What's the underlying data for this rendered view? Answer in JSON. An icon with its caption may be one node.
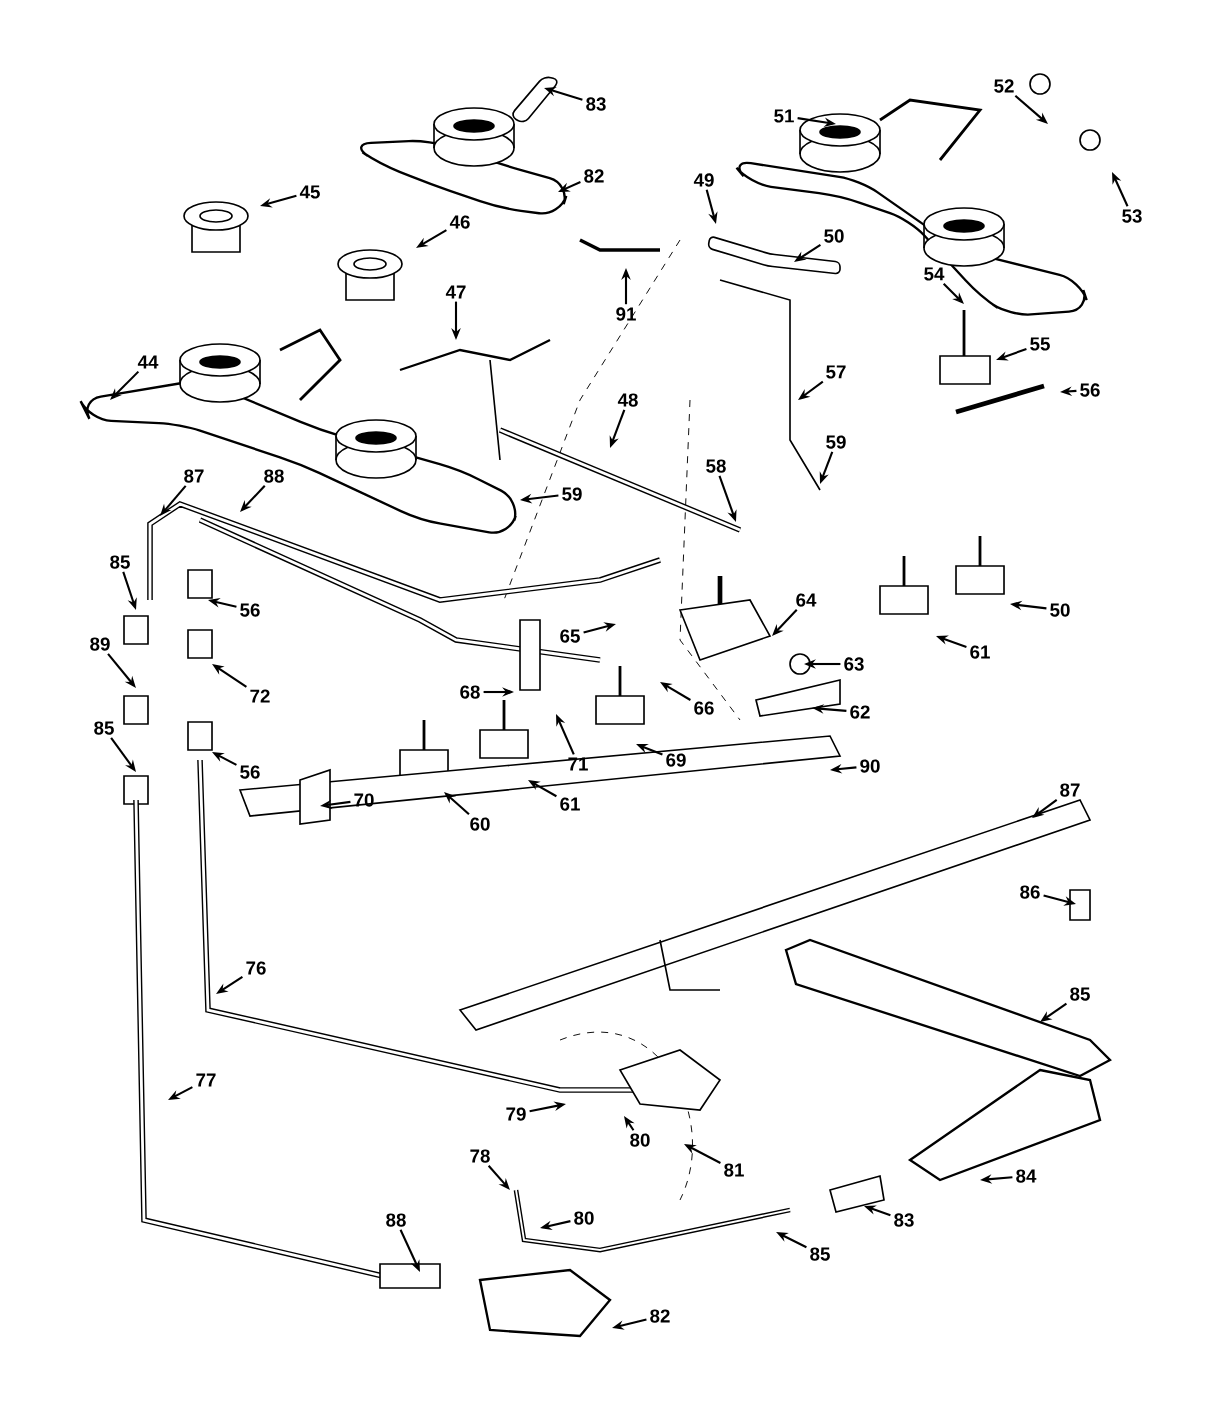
{
  "diagram": {
    "nodes": [
      {
        "text": [
          "83"
        ]
      },
      {
        "text": [
          "82"
        ]
      },
      {
        "text": [
          "45"
        ]
      },
      {
        "text": [
          "46"
        ]
      },
      {
        "text": [
          "91"
        ]
      },
      {
        "text": [
          "49"
        ]
      },
      {
        "text": [
          "50"
        ]
      },
      {
        "text": [
          "51"
        ]
      },
      {
        "text": [
          "52"
        ]
      },
      {
        "text": [
          "53"
        ]
      },
      {
        "text": [
          "54"
        ]
      },
      {
        "text": [
          "55"
        ]
      },
      {
        "text": [
          "56"
        ]
      },
      {
        "text": [
          "57"
        ]
      },
      {
        "text": [
          "59"
        ]
      },
      {
        "text": [
          "47"
        ]
      },
      {
        "text": [
          "44"
        ]
      },
      {
        "text": [
          "48"
        ]
      },
      {
        "text": [
          "58"
        ]
      },
      {
        "text": [
          "59"
        ]
      },
      {
        "text": [
          "87"
        ]
      },
      {
        "text": [
          "88"
        ]
      },
      {
        "text": [
          "85"
        ]
      },
      {
        "text": [
          "56"
        ]
      },
      {
        "text": [
          "89"
        ]
      },
      {
        "text": [
          "72"
        ]
      },
      {
        "text": [
          "85"
        ]
      },
      {
        "text": [
          "56"
        ]
      },
      {
        "text": [
          "70"
        ]
      },
      {
        "text": [
          "60"
        ]
      },
      {
        "text": [
          "61"
        ]
      },
      {
        "text": [
          "68"
        ]
      },
      {
        "text": [
          "71"
        ]
      },
      {
        "text": [
          "65"
        ]
      },
      {
        "text": [
          "64"
        ]
      },
      {
        "text": [
          "66"
        ]
      },
      {
        "text": [
          "69"
        ]
      },
      {
        "text": [
          "63"
        ]
      },
      {
        "text": [
          "62"
        ]
      },
      {
        "text": [
          "50"
        ]
      },
      {
        "text": [
          "61"
        ]
      },
      {
        "text": [
          "90"
        ]
      },
      {
        "text": [
          "87"
        ]
      },
      {
        "text": [
          "86"
        ]
      },
      {
        "text": [
          "85"
        ]
      },
      {
        "text": [
          "76"
        ]
      },
      {
        "text": [
          "77"
        ]
      },
      {
        "text": [
          "79"
        ]
      },
      {
        "text": [
          "78"
        ]
      },
      {
        "text": [
          "88"
        ]
      },
      {
        "text": [
          "80"
        ]
      },
      {
        "text": [
          "82"
        ]
      },
      {
        "text": [
          "81"
        ]
      },
      {
        "text": [
          "80"
        ]
      },
      {
        "text": [
          "84"
        ]
      },
      {
        "text": [
          "83"
        ]
      },
      {
        "text": [
          "85"
        ]
      }
    ],
    "edges": [
      {
        "from": 0,
        "to": null,
        "arrow": "to"
      },
      {
        "from": 1,
        "to": null,
        "arrow": "to"
      },
      {
        "from": 2,
        "to": null,
        "arrow": "to"
      },
      {
        "from": 3,
        "to": null,
        "arrow": "to"
      },
      {
        "from": 4,
        "to": null,
        "arrow": "to"
      },
      {
        "from": 5,
        "to": null,
        "arrow": "to"
      },
      {
        "from": 6,
        "to": null,
        "arrow": "to"
      },
      {
        "from": 7,
        "to": null,
        "arrow": "to"
      },
      {
        "from": 8,
        "to": null,
        "arrow": "to"
      },
      {
        "from": 9,
        "to": null,
        "arrow": "to"
      },
      {
        "from": 10,
        "to": null,
        "arrow": "to"
      },
      {
        "from": 11,
        "to": null,
        "arrow": "to"
      },
      {
        "from": 12,
        "to": null,
        "arrow": "to"
      },
      {
        "from": 13,
        "to": null,
        "arrow": "to"
      },
      {
        "from": 14,
        "to": null,
        "arrow": "to"
      },
      {
        "from": 15,
        "to": null,
        "arrow": "to"
      },
      {
        "from": 16,
        "to": null,
        "arrow": "to"
      },
      {
        "from": 17,
        "to": null,
        "arrow": "to"
      },
      {
        "from": 18,
        "to": null,
        "arrow": "to"
      },
      {
        "from": 19,
        "to": null,
        "arrow": "to"
      },
      {
        "from": 20,
        "to": null,
        "arrow": "to"
      },
      {
        "from": 21,
        "to": null,
        "arrow": "to"
      },
      {
        "from": 22,
        "to": null,
        "arrow": "to"
      },
      {
        "from": 23,
        "to": null,
        "arrow": "to"
      },
      {
        "from": 24,
        "to": null,
        "arrow": "to"
      },
      {
        "from": 25,
        "to": null,
        "arrow": "to"
      },
      {
        "from": 26,
        "to": null,
        "arrow": "to"
      },
      {
        "from": 27,
        "to": null,
        "arrow": "to"
      },
      {
        "from": 28,
        "to": null,
        "arrow": "to"
      },
      {
        "from": 29,
        "to": null,
        "arrow": "to"
      },
      {
        "from": 30,
        "to": null,
        "arrow": "to"
      },
      {
        "from": 31,
        "to": null,
        "arrow": "to"
      },
      {
        "from": 32,
        "to": null,
        "arrow": "to"
      },
      {
        "from": 33,
        "to": null,
        "arrow": "to"
      },
      {
        "from": 34,
        "to": null,
        "arrow": "to"
      },
      {
        "from": 35,
        "to": null,
        "arrow": "to"
      },
      {
        "from": 36,
        "to": null,
        "arrow": "to"
      },
      {
        "from": 37,
        "to": null,
        "arrow": "to"
      },
      {
        "from": 38,
        "to": null,
        "arrow": "to"
      },
      {
        "from": 39,
        "to": null,
        "arrow": "to"
      },
      {
        "from": 40,
        "to": null,
        "arrow": "to"
      },
      {
        "from": 41,
        "to": null,
        "arrow": "to"
      },
      {
        "from": 42,
        "to": null,
        "arrow": "to"
      },
      {
        "from": 43,
        "to": null,
        "arrow": "to"
      },
      {
        "from": 44,
        "to": null,
        "arrow": "to"
      },
      {
        "from": 45,
        "to": null,
        "arrow": "to"
      },
      {
        "from": 46,
        "to": null,
        "arrow": "to"
      },
      {
        "from": 47,
        "to": null,
        "arrow": "to"
      },
      {
        "from": 48,
        "to": null,
        "arrow": "to"
      },
      {
        "from": 49,
        "to": null,
        "arrow": "to"
      },
      {
        "from": 50,
        "to": null,
        "arrow": "to"
      },
      {
        "from": 51,
        "to": null,
        "arrow": "to"
      },
      {
        "from": 52,
        "to": null,
        "arrow": "to"
      },
      {
        "from": 53,
        "to": null,
        "arrow": "to"
      },
      {
        "from": 54,
        "to": null,
        "arrow": "to"
      },
      {
        "from": 55,
        "to": null,
        "arrow": "to"
      },
      {
        "from": 56,
        "to": null,
        "arrow": "to"
      }
    ]
  }
}
